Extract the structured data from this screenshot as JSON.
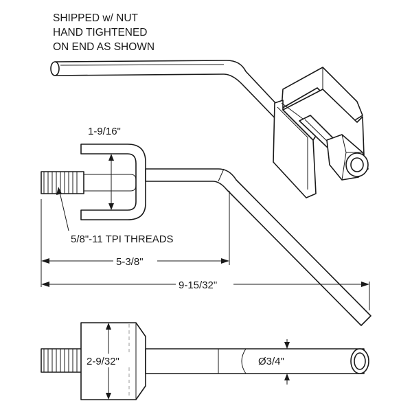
{
  "note": {
    "line1": "SHIPPED w/ NUT",
    "line2": "HAND TIGHTENED",
    "line3": "ON END AS SHOWN"
  },
  "dimensions": {
    "jaw_opening": "1-9/16\"",
    "thread_spec": "5/8\"-11 TPI THREADS",
    "offset_length": "5-3/8\"",
    "overall_length": "9-15/32\"",
    "block_height": "2-9/32\"",
    "rod_diameter": "Ø3/4\""
  }
}
